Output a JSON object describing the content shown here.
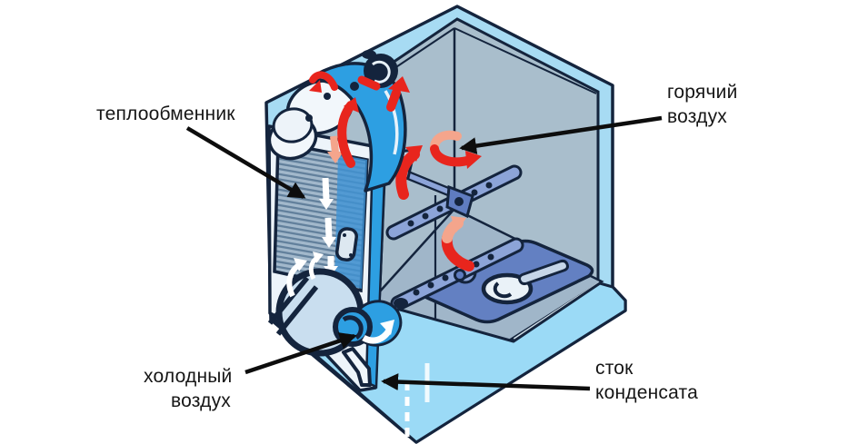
{
  "labels": {
    "heat_exchanger": "теплообменник",
    "hot_air_line1": "горячий",
    "hot_air_line2": "воздух",
    "cold_air_line1": "холодный",
    "cold_air_line2": "воздух",
    "condensate_drain_line1": "сток",
    "condensate_drain_line2": "конденсата"
  },
  "colors": {
    "background": "#ffffff",
    "cabinet_shell": "#a7dbf3",
    "cabinet_base": "#9bdaf6",
    "interior_wall": "#a9becc",
    "interior_floor": "#a0b6c9",
    "heat_exchanger_stripe_dark": "#62809c",
    "heat_exchanger_stripe_light": "#a2b8cb",
    "heat_exchanger_blue_band": "#3e92d4",
    "machinery_blue": "#2d9fe2",
    "sump_blue": "#5f7cc0",
    "spray_arm_blue": "#8ca4d8",
    "hot_air_arrow_red": "#e8251d",
    "hot_air_arrow_salmon": "#f4a58c",
    "cold_air_arrow_white": "#ffffff",
    "outline_navy": "#14243d",
    "leader_line_black": "#0d0d0d",
    "label_text": "#161616"
  }
}
